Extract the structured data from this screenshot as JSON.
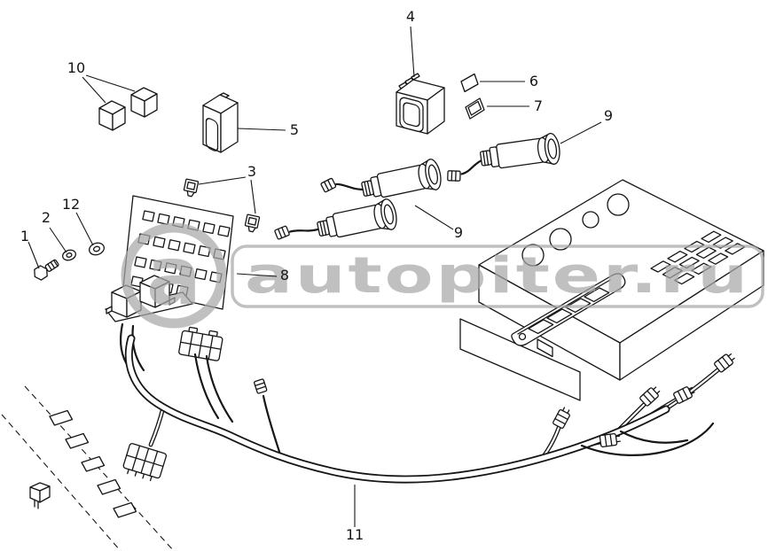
{
  "diagram": {
    "type": "exploded-parts-diagram",
    "subject": "instrument control panel, switches and wiring harness",
    "line_color": "#161616",
    "background": "#ffffff"
  },
  "watermark": {
    "logo_glyph": "a",
    "text": "autopiter.ru",
    "color": "#a8a8a8"
  },
  "callouts": {
    "c1": {
      "label": "1"
    },
    "c2": {
      "label": "2"
    },
    "c3": {
      "label": "3"
    },
    "c4": {
      "label": "4"
    },
    "c5": {
      "label": "5"
    },
    "c6": {
      "label": "6"
    },
    "c7": {
      "label": "7"
    },
    "c8": {
      "label": "8"
    },
    "c9a": {
      "label": "9"
    },
    "c9b": {
      "label": "9"
    },
    "c10": {
      "label": "10"
    },
    "c11": {
      "label": "11"
    },
    "c12": {
      "label": "12"
    }
  }
}
